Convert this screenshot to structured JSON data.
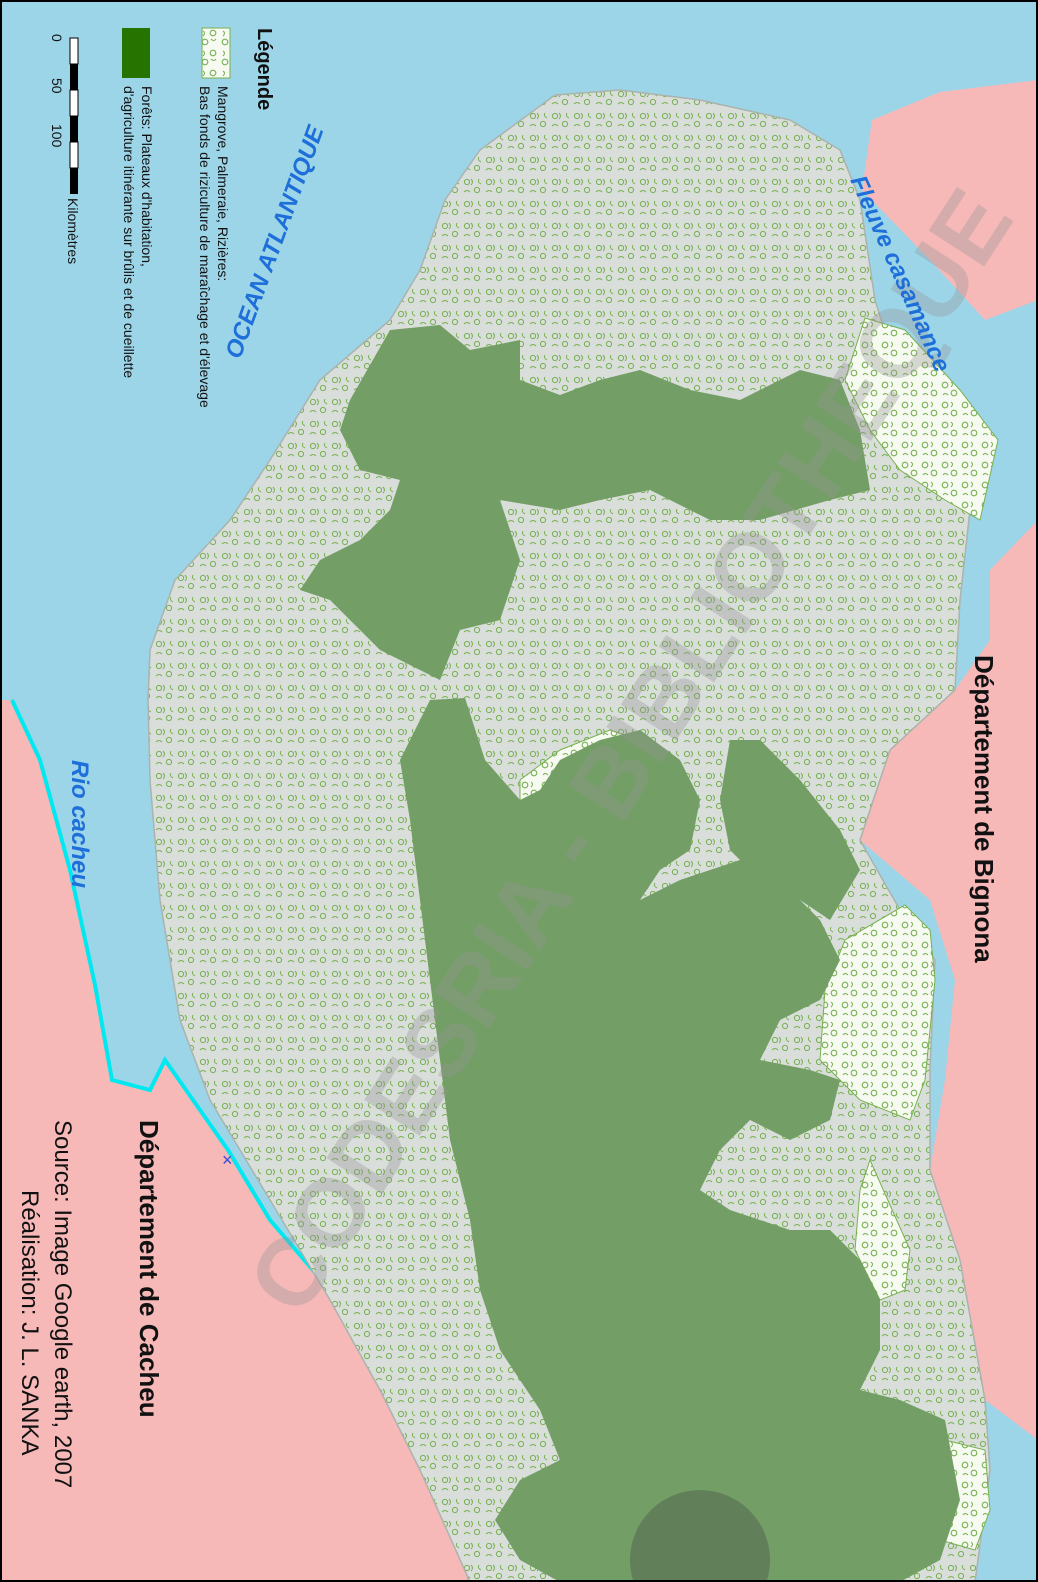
{
  "map": {
    "colors": {
      "ocean": "#9dd5e8",
      "neighbor_land": "#f7b8b8",
      "mangrove": "#d9dedb",
      "mangrove_pattern": "#77b050",
      "rice_paddy": "#f6faf0",
      "forest": "#739e66",
      "legend_forest": "#267300",
      "border": "#00e8f0"
    },
    "labels": {
      "ocean": "OCEAN ATLANTIQUE",
      "river_casamance": "Fleuve casamance",
      "river_cacheu": "Rio cacheu",
      "dept_bignona": "Département de Bignona",
      "dept_cacheu": "Département de Cacheu",
      "source": "Source: Image Google earth, 2007",
      "author": "Réalisation: J. L. SANKA"
    },
    "watermark": "CODESRIA - BIBLIOTHEQUE"
  },
  "legend": {
    "title": "Légende",
    "items": [
      {
        "line1": "Mangrove, Palmeraie, Rizières:",
        "line2": "Bas fonds de riziculture de maraîchage et d'élevage"
      },
      {
        "line1": "Forêts: Plateaux d'habitation,",
        "line2": "d'agriculture itinérante sur brûlis et de cueillette"
      }
    ],
    "scale": {
      "ticks": [
        "0",
        "50",
        "100"
      ],
      "unit": "Kilomètres"
    }
  }
}
